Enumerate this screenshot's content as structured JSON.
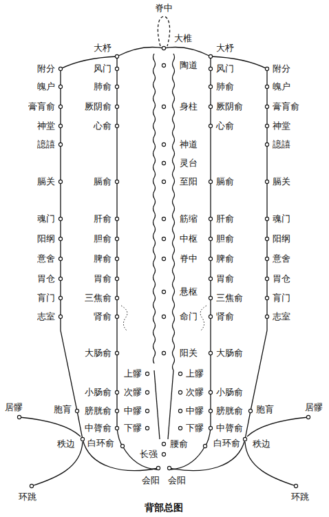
{
  "diagram": {
    "caption": "背部总图",
    "labels": [
      "脊中",
      "大椎",
      "大杼",
      "陶道",
      "大杼",
      "附分",
      "风门",
      "风门",
      "附分",
      "魄户",
      "肺俞",
      "肺俞",
      "魄户",
      "膏肓俞",
      "厥阴俞",
      "身柱",
      "厥阴俞",
      "膏肓俞",
      "神堂",
      "心俞",
      "心俞",
      "神堂",
      "譩譆",
      "神道",
      "譩譆",
      "灵台",
      "膈关",
      "膈俞",
      "至阳",
      "膈俞",
      "膈关",
      "魂门",
      "肝俞",
      "筋缩",
      "肝俞",
      "魂门",
      "阳纲",
      "胆俞",
      "中枢",
      "胆俞",
      "阳纲",
      "意舍",
      "脾俞",
      "脊中",
      "脾俞",
      "意舍",
      "胃仓",
      "胃俞",
      "胃俞",
      "胃仓",
      "悬枢",
      "肓门",
      "三焦俞",
      "三焦俞",
      "肓门",
      "志室",
      "肾俞",
      "命门",
      "肾俞",
      "志室",
      "大肠俞",
      "阳关",
      "大肠俞",
      "上髎",
      "上髎",
      "小肠俞",
      "次髎",
      "次髎",
      "小肠俞",
      "居髎",
      "胞肓",
      "膀胱俞",
      "中髎",
      "中髎",
      "膀胱俞",
      "胞肓",
      "居髎",
      "中膂俞",
      "下髎",
      "下髎",
      "中膂俞",
      "秩边",
      "秩边",
      "白环俞",
      "腰俞",
      "白环俞",
      "长强",
      "会阳",
      "会阳",
      "环跳",
      "环跳"
    ]
  }
}
